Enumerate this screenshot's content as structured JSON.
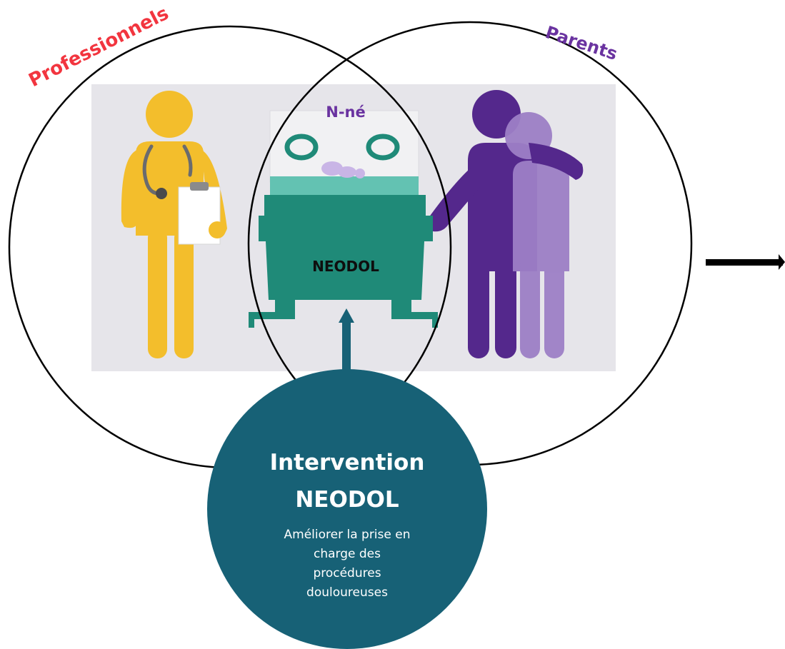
{
  "labels": {
    "professionals": "Professionnels",
    "parents": "Parents",
    "newborn": "N-né",
    "incubator": "NEODOL"
  },
  "intervention": {
    "title_line1": "Intervention",
    "title_line2": "NEODOL",
    "desc_line1": "Améliorer la prise en",
    "desc_line2": "charge des",
    "desc_line3": "procédures",
    "desc_line4": "douloureuses"
  },
  "colors": {
    "professionals_label": "#f2353f",
    "parents_label": "#6a33a0",
    "newborn_label": "#6a33a0",
    "panel_background": "#e6e5ea",
    "doctor": "#f3be2c",
    "parent_dark": "#54288c",
    "parent_light": "#9d7fc6",
    "incubator": "#1f8a78",
    "incubator_top": "#63c2b2",
    "intervention_circle": "#176176",
    "arrow": "#176176",
    "circle_stroke": "#000000"
  },
  "icons": [
    "doctor-figure-icon",
    "parents-figure-icon",
    "incubator-icon",
    "baby-icon"
  ]
}
